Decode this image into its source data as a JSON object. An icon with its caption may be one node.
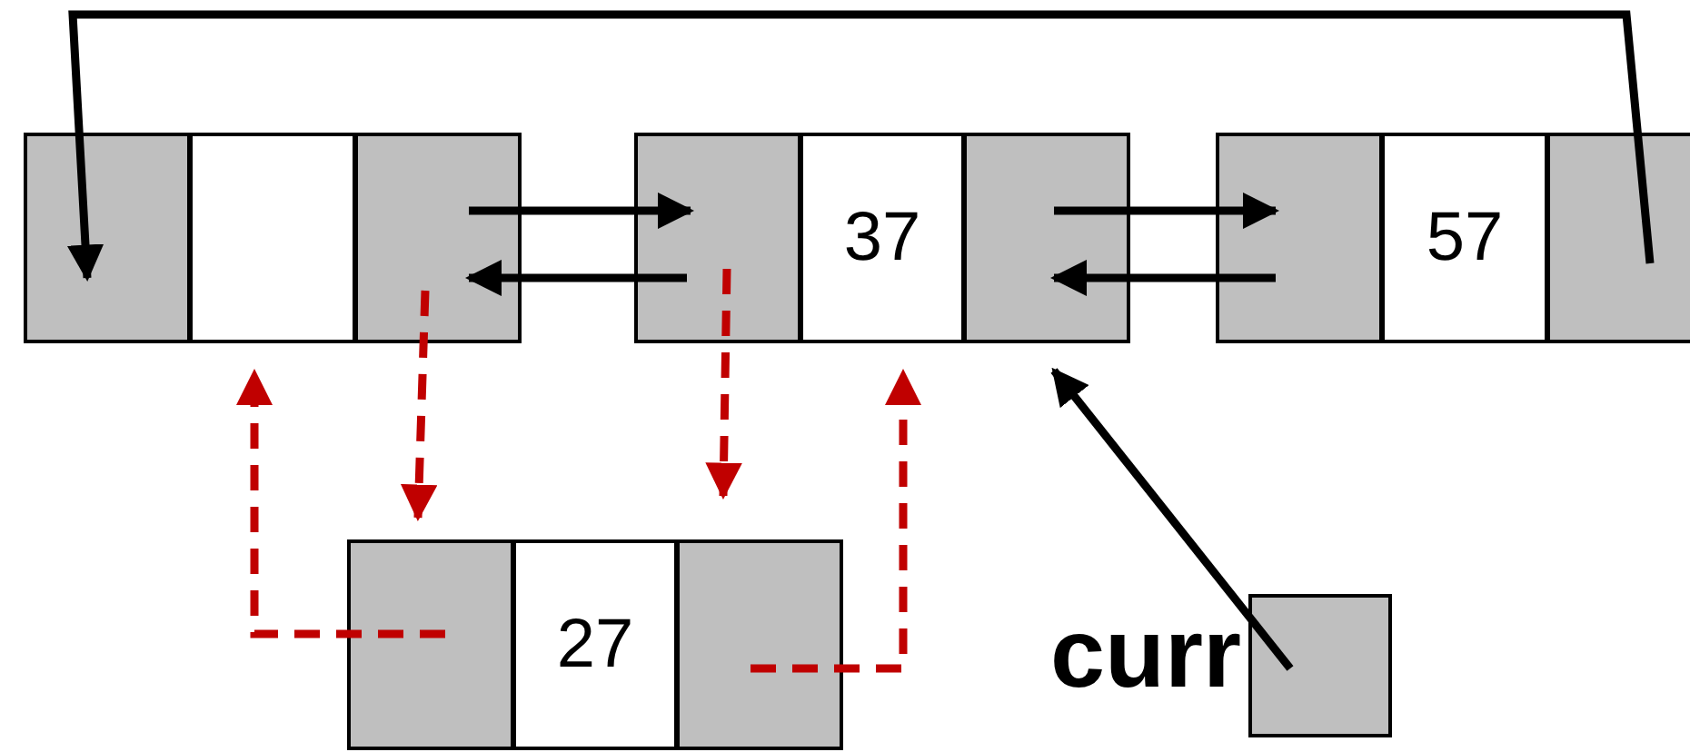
{
  "diagram": {
    "nodes": [
      {
        "text": [],
        "shape": "box"
      },
      {
        "text": [],
        "shape": "box"
      },
      {
        "text": [],
        "shape": "box"
      },
      {
        "text": [],
        "shape": "box"
      },
      {
        "text": [
          "37"
        ]
      },
      {
        "text": [],
        "shape": "box"
      },
      {
        "text": [],
        "shape": "box"
      },
      {
        "text": [
          "57"
        ]
      },
      {
        "text": [],
        "shape": "box"
      },
      {
        "text": [],
        "shape": "box"
      },
      {
        "text": [
          "27"
        ]
      },
      {
        "text": [],
        "shape": "box"
      },
      {
        "text": [],
        "shape": "box",
        "beside": [
          "curr"
        ]
      }
    ],
    "edges": [
      {
        "from": 8,
        "to": 0,
        "arrow": "to"
      },
      {
        "from": 2,
        "to": 3,
        "arrow": "to"
      },
      {
        "from": 3,
        "to": 2,
        "arrow": "to"
      },
      {
        "from": 5,
        "to": 6,
        "arrow": "to"
      },
      {
        "from": 6,
        "to": 5,
        "arrow": "to"
      },
      {
        "from": 12,
        "to": 5,
        "arrow": "to"
      },
      {
        "from": 2,
        "to": 9,
        "arrow": "to",
        "style": "dashed",
        "color": "#c00000"
      },
      {
        "from": 3,
        "to": 11,
        "arrow": "to",
        "style": "dashed",
        "color": "#c00000"
      },
      {
        "from": 9,
        "to": 1,
        "arrow": "to",
        "style": "dashed",
        "color": "#c00000"
      },
      {
        "from": 11,
        "to": 4,
        "arrow": "to",
        "style": "dashed",
        "color": "#c00000"
      }
    ]
  }
}
